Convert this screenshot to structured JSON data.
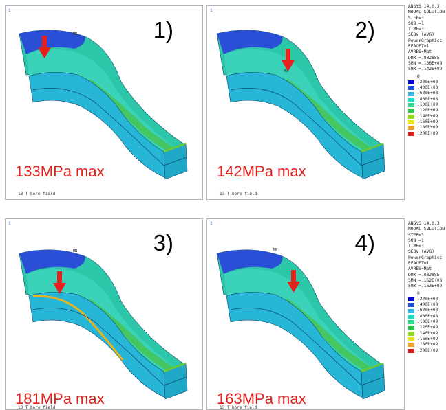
{
  "panels": [
    {
      "number": "1)",
      "max_label": "133MPa max",
      "footer": "13 T bore field",
      "corner": "1",
      "node_tag": "MN"
    },
    {
      "number": "2)",
      "max_label": "142MPa max",
      "footer": "13 T bore field",
      "corner": "1",
      "node_tag": "MX"
    },
    {
      "number": "3)",
      "max_label": "181MPa max",
      "footer": "13 T bore field",
      "corner": "1",
      "node_tag": "MN"
    },
    {
      "number": "4)",
      "max_label": "163MPa max",
      "footer": "13 T bore field",
      "corner": "1",
      "node_tag": "MN"
    }
  ],
  "info_blocks": [
    {
      "lines": [
        "ANSYS 14.0.3",
        "NODAL SOLUTION",
        "STEP=3",
        "SUB =1",
        "TIME=3",
        "SEQV    (AVG)",
        "PowerGraphics",
        "EFACET=1",
        "AVRES=Mat",
        "DMX =.002885",
        "SMN =.136E+08",
        "SMX =.142E+09"
      ],
      "legend_values": [
        "0",
        ".200E+08",
        ".400E+08",
        ".600E+08",
        ".800E+08",
        ".100E+09",
        ".120E+09",
        ".140E+09",
        ".160E+09",
        ".180E+09",
        ".200E+09"
      ]
    },
    {
      "lines": [
        "ANSYS 14.0.3",
        "NODAL SOLUTION",
        "STEP=3",
        "SUB =1",
        "TIME=3",
        "SEQV    (AVG)",
        "PowerGraphics",
        "EFACET=1",
        "AVRES=Mat",
        "DMX =.002885",
        "SMN =.162E+08",
        "SMX =.163E+09"
      ],
      "legend_values": [
        "0",
        ".200E+08",
        ".400E+08",
        ".600E+08",
        ".800E+08",
        ".100E+09",
        ".120E+09",
        ".140E+09",
        ".160E+09",
        ".180E+09",
        ".200E+09"
      ]
    }
  ],
  "legend_colors": [
    "#ffffff",
    "#0000d2",
    "#1f4fe0",
    "#2fb4e6",
    "#21d8c0",
    "#28d88a",
    "#2cc64a",
    "#8fd81e",
    "#e6e61c",
    "#f0a21e",
    "#e01e1e"
  ],
  "colors": {
    "arrow": "#e8201c",
    "max_text": "#e0201c"
  }
}
